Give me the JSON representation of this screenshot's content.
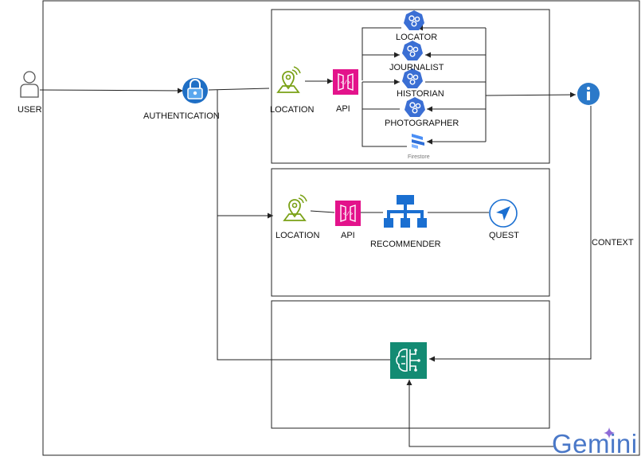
{
  "nodes": {
    "user": "USER",
    "authentication": "AUTHENTICATION",
    "location_top": "LOCATION",
    "api_top": "API",
    "locator": "LOCATOR",
    "journalist": "JOURNALIST",
    "historian": "HISTORIAN",
    "photographer": "PHOTOGRAPHER",
    "firestore": "Firestore",
    "location_mid": "LOCATION",
    "api_mid": "API",
    "recommender": "RECOMMENDER",
    "quest": "QUEST",
    "context": "CONTEXT",
    "gemini": "Gemini"
  },
  "icons": {
    "user": "person-icon",
    "authentication": "padlock-icon",
    "location": "map-pin-icon",
    "api": "api-gateway-icon",
    "agent": "hexagon-agent-icon",
    "firestore": "firestore-icon",
    "recommender": "hierarchy-icon",
    "quest": "compass-navigation-icon",
    "info": "info-icon",
    "model": "brain-circuit-icon",
    "gemini_sparkle": "sparkle-icon"
  },
  "colors": {
    "line": "#222222",
    "agent_blue": "#3b6fd4",
    "api_pink": "#e3138b",
    "location_green": "#7aa116",
    "model_teal": "#138b73",
    "auth_blue": "#1f6fc5",
    "info_blue": "#2b79c9",
    "recommender_blue": "#1a6fd1"
  }
}
